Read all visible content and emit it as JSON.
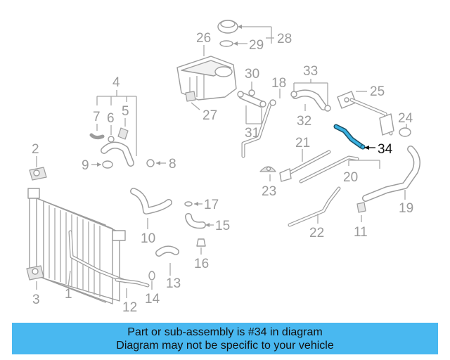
{
  "labels": {
    "l1": "1",
    "l2": "2",
    "l3": "3",
    "l4": "4",
    "l5": "5",
    "l6": "6",
    "l7": "7",
    "l8": "8",
    "l9": "9",
    "l10": "10",
    "l11": "11",
    "l12": "12",
    "l13": "13",
    "l14": "14",
    "l15": "15",
    "l16": "16",
    "l17": "17",
    "l19": "19",
    "l20": "20",
    "l21": "21",
    "l22": "22",
    "l23": "23",
    "l24": "24",
    "l25": "25",
    "l26": "26",
    "l27": "27",
    "l28": "28",
    "l29": "29",
    "l30": "30",
    "l31": "31",
    "l32": "32",
    "l33": "33",
    "l34": "34",
    "l18": "18"
  },
  "highlighted_part": "34",
  "caption": {
    "line1": "Part or sub-assembly is #34 in diagram",
    "line2": "Diagram may not be specific to your vehicle"
  },
  "colors": {
    "caption_bg": "#49b8f0",
    "highlight": "#38b0e0",
    "parts": "#9c9c9c"
  }
}
